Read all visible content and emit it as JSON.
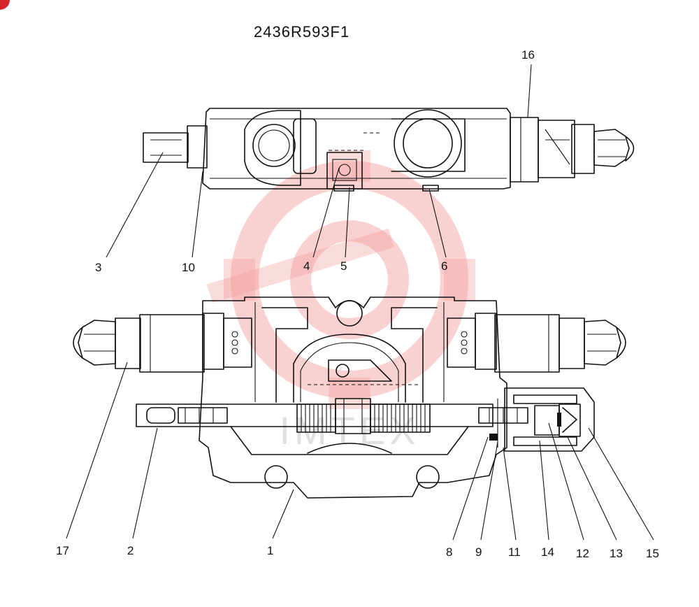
{
  "diagram": {
    "title": "2436R593F1",
    "callouts": [
      {
        "id": "c3",
        "text": "3"
      },
      {
        "id": "c10",
        "text": "10"
      },
      {
        "id": "c4",
        "text": "4"
      },
      {
        "id": "c5",
        "text": "5"
      },
      {
        "id": "c6",
        "text": "6"
      },
      {
        "id": "c16",
        "text": "16"
      },
      {
        "id": "c17",
        "text": "17"
      },
      {
        "id": "c2",
        "text": "2"
      },
      {
        "id": "c1",
        "text": "1"
      },
      {
        "id": "c8",
        "text": "8"
      },
      {
        "id": "c9",
        "text": "9"
      },
      {
        "id": "c11",
        "text": "11"
      },
      {
        "id": "c14",
        "text": "14"
      },
      {
        "id": "c12",
        "text": "12"
      },
      {
        "id": "c13",
        "text": "13"
      },
      {
        "id": "c15",
        "text": "15"
      }
    ],
    "watermark_text": "IMTEX",
    "colors": {
      "ink": "#111111",
      "watermark": "#f39a9a",
      "badge": "#d8232a"
    }
  }
}
